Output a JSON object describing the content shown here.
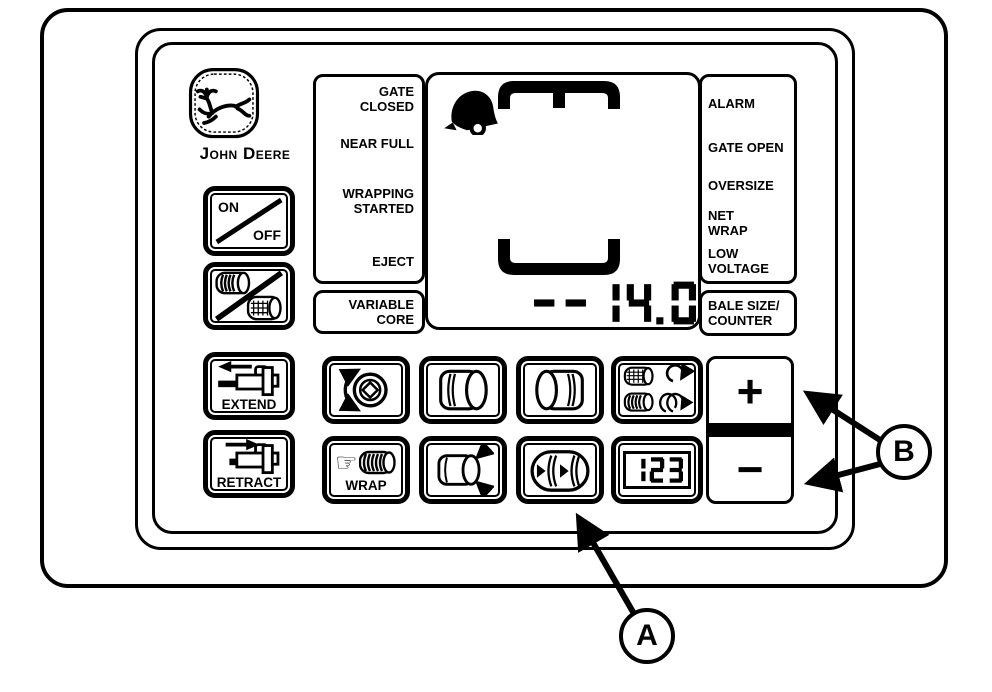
{
  "brand": {
    "wordmark": "John Deere"
  },
  "callouts": {
    "a": "A",
    "b": "B"
  },
  "left_panel": {
    "labels": [
      {
        "id": "gate-closed",
        "text": "GATE\nCLOSED"
      },
      {
        "id": "near-full",
        "text": "NEAR FULL"
      },
      {
        "id": "wrapping-started",
        "text": "WRAPPING\nSTARTED"
      },
      {
        "id": "eject",
        "text": "EJECT"
      }
    ],
    "footer": "VARIABLE\nCORE"
  },
  "right_panel": {
    "labels": [
      {
        "id": "alarm",
        "text": "ALARM"
      },
      {
        "id": "gate-open",
        "text": "GATE OPEN"
      },
      {
        "id": "oversize",
        "text": "OVERSIZE"
      },
      {
        "id": "net-wrap",
        "text": "NET\nWRAP"
      },
      {
        "id": "low-voltage",
        "text": "LOW\nVOLTAGE"
      }
    ],
    "footer": "BALE SIZE/\nCOUNTER"
  },
  "display": {
    "value": "--14.0"
  },
  "controls": {
    "on_off": {
      "on": "ON",
      "off": "OFF"
    },
    "extend": "EXTEND",
    "retract": "RETRACT",
    "wrap": "WRAP",
    "wrap_hand": "☞",
    "plus": "+",
    "minus": "−",
    "counter_digits": "123"
  },
  "icons": {
    "alarm": "bell-icon",
    "bale_chamber": "bracket-icons",
    "brand_logo": "leaping-deer-icon"
  }
}
